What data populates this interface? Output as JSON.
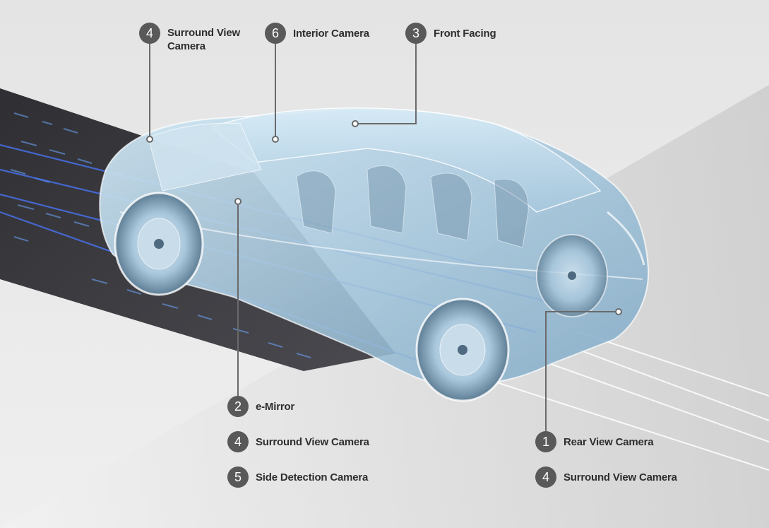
{
  "colors": {
    "badge": "#595959",
    "label": "#2e2e2e",
    "leader_line": "#6a6a6a",
    "car_tint": "#a9d0e6",
    "light_beam": "#3f6dff"
  },
  "callouts": [
    {
      "id": "surround-top",
      "number": "4",
      "label": "Surround View Camera"
    },
    {
      "id": "interior",
      "number": "6",
      "label": "Interior Camera"
    },
    {
      "id": "front-facing",
      "number": "3",
      "label": "Front Facing"
    },
    {
      "id": "e-mirror",
      "number": "2",
      "label": "e-Mirror"
    },
    {
      "id": "surround-left",
      "number": "4",
      "label": "Surround View Camera"
    },
    {
      "id": "side-detection",
      "number": "5",
      "label": "Side Detection Camera"
    },
    {
      "id": "rear-view",
      "number": "1",
      "label": "Rear View Camera"
    },
    {
      "id": "surround-right",
      "number": "4",
      "label": "Surround View Camera"
    }
  ]
}
